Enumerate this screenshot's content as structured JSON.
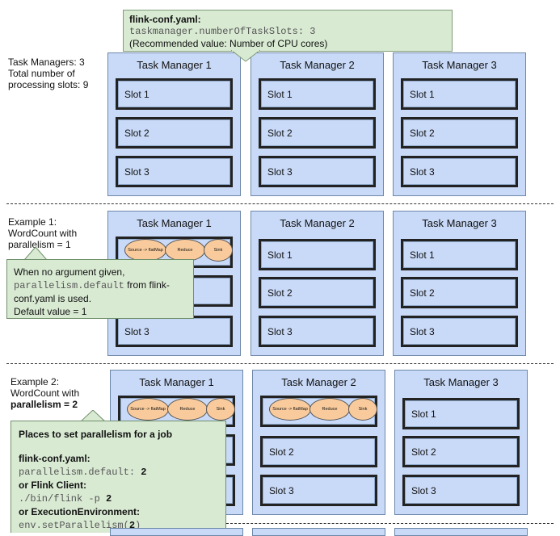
{
  "top_note": {
    "title": "flink-conf.yaml:",
    "code": "taskmanager.numberOfTaskSlots: 3",
    "recommend": "(Recommended value: Number of CPU cores)"
  },
  "section1": {
    "label_line1": "Task Managers: 3",
    "label_line2": "Total number of",
    "label_line3": "processing slots: 9"
  },
  "section2": {
    "label_line1": "Example 1:",
    "label_line2": "WordCount with",
    "label_line3": "parallelism = 1"
  },
  "section3": {
    "label_line1": "Example 2:",
    "label_line2": "WordCount with",
    "label_line3": "parallelism = 2"
  },
  "task_managers": [
    "Task Manager 1",
    "Task Manager 2",
    "Task Manager 3"
  ],
  "slots": [
    "Slot 1",
    "Slot 2",
    "Slot 3"
  ],
  "operators": {
    "source": "Source -> flatMap",
    "reduce": "Reduce",
    "sink": "Sink"
  },
  "note_example1": {
    "line1": "When no argument given,",
    "code": "parallelism.default",
    "line2_rest": " from flink-",
    "line3": "conf.yaml is used.",
    "line4": "Default value = 1"
  },
  "note_example2": {
    "heading": "Places to set parallelism for a job",
    "h1": "flink-conf.yaml:",
    "c1": "parallelism.default: ",
    "c1_val": "2",
    "h2": "or Flink Client:",
    "c2": "./bin/flink -p ",
    "c2_val": "2",
    "h3": "or ExecutionEnvironment:",
    "c3_pre": "env.setParallelism(",
    "c3_val": "2",
    "c3_post": ")"
  }
}
